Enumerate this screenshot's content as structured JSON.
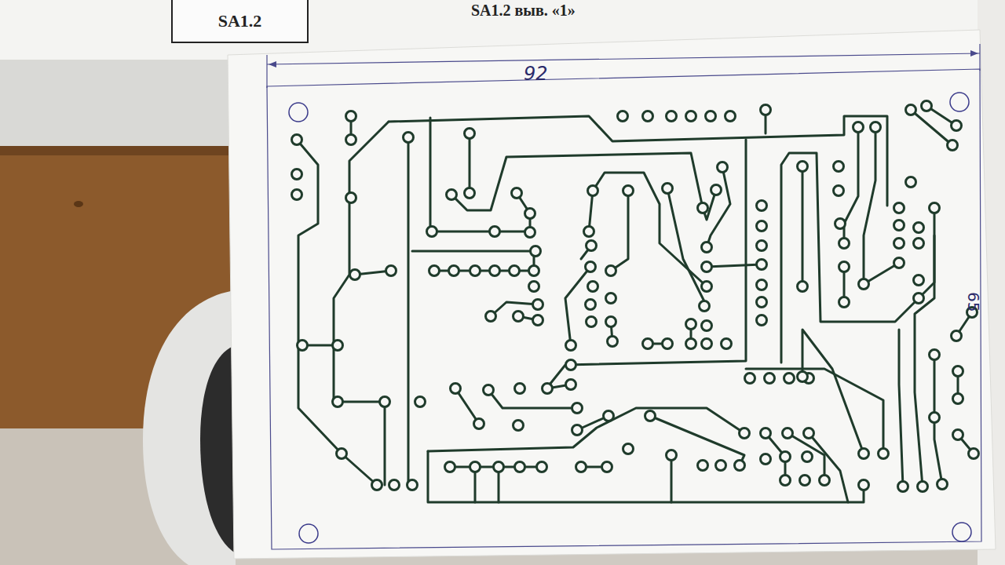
{
  "diagram": {
    "nodes": [
      {
        "text": [
          "SA1.2"
        ]
      }
    ],
    "labels": [
      "SA1.2 выв. «1»",
      "92",
      "65"
    ]
  }
}
